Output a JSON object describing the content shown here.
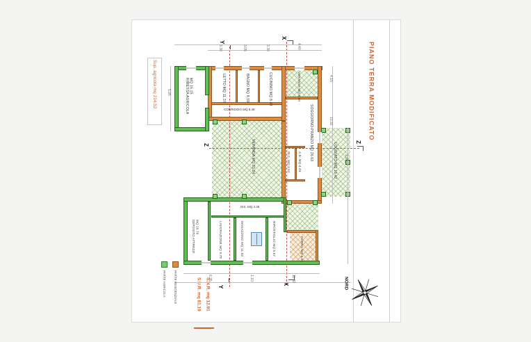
{
  "drawing": {
    "title": "PIANO TERRA MODIFICATO",
    "sup_agricola": "Sup. agricola mq 214.52",
    "sur": "S.U.R. mq 81.19",
    "snr": "S.N.R. mq 12.91",
    "north": "NORD"
  },
  "legend": {
    "agricola": "PARTE AGRICOLA",
    "residenziale": "PARTE RESIDENZIALE"
  },
  "sections": {
    "x": "X",
    "y": "Y",
    "z": "Z"
  },
  "rooms": {
    "letto": "LETTO MQ 11.37",
    "bagno": "BAGNO MQ 8.09",
    "cucinino": "CUCININO MQ 8.48",
    "corridoio": "CORRIDOIO MQ 8.38",
    "soggiorno": "SOGGIORNO-PRANZO MQ 26.63",
    "wc": "W.C. MQ 3.52",
    "ab": "A.B. MQ 4.49",
    "veranda_left": "VERANDA MQ 20.24",
    "veranda_top": "VERANDA MQ 8.80",
    "loggiato": "LOGGIATO MQ 18.42",
    "rimessa": "RIMESSA AGRICOLA\nMQ 16.15",
    "deposito": "DEPOSITO ATTREZZI\nMQ 10.78",
    "lavorazione": "LAVORAZIONE MQ 9.78",
    "magazzino": "MAGAZZINO MQ 11.93",
    "ripostiglio": "RIPOSTIGLIO MQ 5.57",
    "forno": "FORNO MQ 5.31",
    "dis": "DIS. MQ 3.38"
  },
  "dims": [
    "3.30",
    "3.05",
    "3.30",
    "4.40",
    "5.95",
    "13.92",
    "4.15",
    "2.95",
    "6.35",
    "1.10",
    "11.80"
  ],
  "colors": {
    "residential": "#de8b40",
    "agricultural": "#63bd55",
    "accent_text": "#d4622a",
    "section_line": "#c0504d"
  }
}
